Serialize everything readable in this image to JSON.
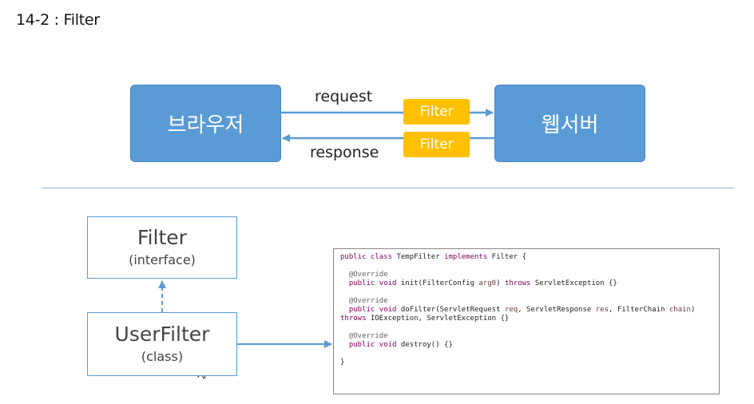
{
  "title": "14-2 : Filter",
  "top_diagram": {
    "browser_label": "브라우저",
    "webserver_label": "웹서버",
    "request_label": "request",
    "response_label": "response",
    "filter_request_label": "Filter",
    "filter_response_label": "Filter"
  },
  "uml": {
    "interface_name": "Filter",
    "interface_kind": "(interface)",
    "class_name": "UserFilter",
    "class_kind": "(class)"
  },
  "code": {
    "lines": [
      [
        {
          "t": "public class ",
          "c": "kw"
        },
        {
          "t": "TempFilter "
        },
        {
          "t": "implements ",
          "c": "kw"
        },
        {
          "t": "Filter {"
        }
      ],
      [],
      [
        {
          "t": "  "
        },
        {
          "t": "@Override",
          "c": "ann"
        }
      ],
      [
        {
          "t": "  "
        },
        {
          "t": "public void ",
          "c": "kw"
        },
        {
          "t": "init(FilterConfig "
        },
        {
          "t": "arg0",
          "c": "param"
        },
        {
          "t": ") "
        },
        {
          "t": "throws ",
          "c": "kw"
        },
        {
          "t": "ServletException {}"
        }
      ],
      [],
      [
        {
          "t": "  "
        },
        {
          "t": "@Override",
          "c": "ann"
        }
      ],
      [
        {
          "t": "  "
        },
        {
          "t": "public void ",
          "c": "kw"
        },
        {
          "t": "doFilter(ServletRequest "
        },
        {
          "t": "req",
          "c": "param"
        },
        {
          "t": ", ServletResponse "
        },
        {
          "t": "res",
          "c": "param"
        },
        {
          "t": ", FilterChain "
        },
        {
          "t": "chain",
          "c": "param"
        },
        {
          "t": ")"
        }
      ],
      [
        {
          "t": "throws ",
          "c": "kw"
        },
        {
          "t": "IOException, ServletException {}"
        }
      ],
      [],
      [
        {
          "t": "  "
        },
        {
          "t": "@Override",
          "c": "ann"
        }
      ],
      [
        {
          "t": "  "
        },
        {
          "t": "public void ",
          "c": "kw"
        },
        {
          "t": "destroy() {}"
        }
      ],
      [],
      [
        {
          "t": "}"
        }
      ]
    ]
  },
  "colors": {
    "box_blue": "#5b9bd5",
    "filter_orange": "#ffc000",
    "arrow_blue": "#5b9bd5"
  }
}
